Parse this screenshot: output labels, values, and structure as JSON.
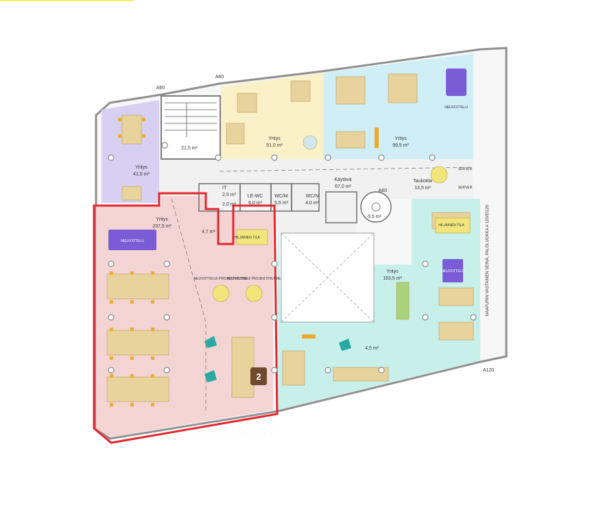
{
  "plan": {
    "title": "",
    "fire_labels": {
      "top_left": "A60",
      "top_mid": "A60",
      "stair": "A60",
      "bottom_right": "A120"
    },
    "side_note": "NAAPURIN VASTAINEN SEINÄ, PALOLUOKKA A 120/EI120",
    "badge": "2",
    "highlight_color": "#e3262d",
    "rooms": {
      "yritys_415": {
        "name": "Yritys",
        "area": "41,5 m²"
      },
      "stair_215": {
        "area": "21,5 m²"
      },
      "yritys_510": {
        "name": "Yritys",
        "area": "51,0 m²"
      },
      "yritys_995": {
        "name": "Yritys",
        "area": "99,5 m²"
      },
      "neuvottelu_top": {
        "name": "NEUVOTTELU"
      },
      "server_1": {
        "name": "SERVER"
      },
      "server_2": {
        "name": "SERVER"
      },
      "taukotila": {
        "name": "Taukotila",
        "area": "13,5 m²"
      },
      "kaytava": {
        "name": "Käytävä",
        "area": "67,0 m²"
      },
      "it": {
        "name": "IT",
        "area": "2,5 m²"
      },
      "it2": {
        "area": "2,0 m²"
      },
      "lewc": {
        "name": "LE-WC",
        "area": "6,0 m²"
      },
      "wcm": {
        "name": "WC/M",
        "area": "5,5 m²"
      },
      "wcn": {
        "name": "WC/N",
        "area": "4,0 m²"
      },
      "hiss": {
        "area": "5,5 m²"
      },
      "yritys_2375": {
        "name": "Yritys",
        "area": "237,5 m²"
      },
      "small_47": {
        "area": "4,7 m²"
      },
      "neuvottelu_left": {
        "name": "NEUVOTTELU"
      },
      "hiljainen": {
        "name": "HILJAINEN TILA"
      },
      "proj_1": {
        "name": "NEUVOTTELU/ PROJEKTIHUONE"
      },
      "proj_2": {
        "name": "NEUVOTTELU/ PROJEKTIHUONE"
      },
      "yritys_1635": {
        "name": "Yritys",
        "area": "163,5 m²"
      },
      "neuvottelu_r": {
        "name": "NEUVOTTELU"
      },
      "hiljainen_r": {
        "name": "HILJAINEN TILA"
      },
      "small_45": {
        "area": "4,5 m²"
      }
    },
    "colors": {
      "purple": "#d8d0f2",
      "yellow": "#fbf1c8",
      "blue": "#cfeef6",
      "teal": "#c7f0ea",
      "pink": "#f5d5d3",
      "desk": "#e9d39c",
      "chair": "#f0a92a",
      "round_table": "#f1e57c",
      "meeting": "#7a5cd6",
      "wall": "#9aa0a6"
    }
  }
}
